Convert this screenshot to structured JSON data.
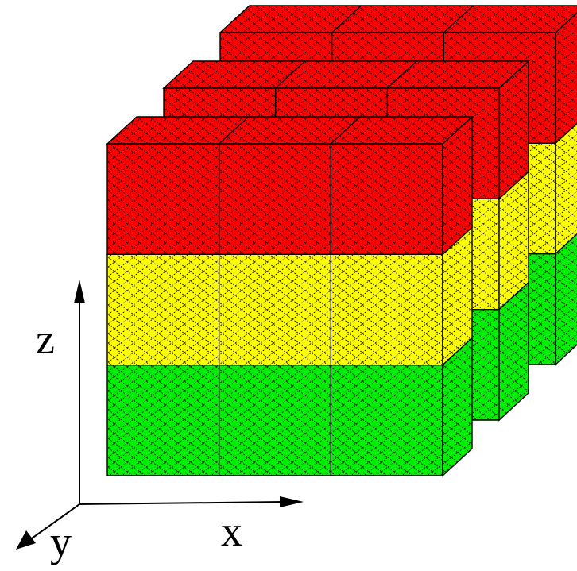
{
  "figure": {
    "layer_colors": {
      "top": "#ff0000",
      "middle": "#ffff00",
      "bottom": "#00ee00"
    },
    "edge_color": "#000000",
    "hatch_color": "#000000",
    "background": "#ffffff"
  },
  "axes": {
    "z_label": "z",
    "x_label": "x",
    "y_label": "y"
  }
}
